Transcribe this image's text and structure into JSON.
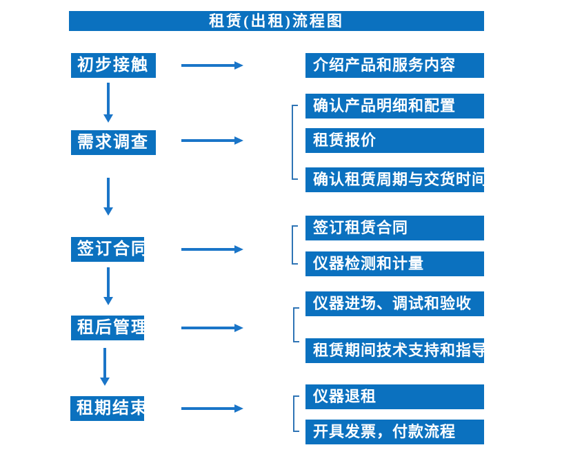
{
  "title": "租赁(出租)流程图",
  "colors": {
    "box_fill": "#0b71bf",
    "arrow": "#1a75c8",
    "bracket": "#2e74b5",
    "text": "#ffffff",
    "background": "#ffffff"
  },
  "flow": {
    "stages": [
      {
        "label": "初步接触",
        "details": [
          "介绍产品和服务内容"
        ]
      },
      {
        "label": "需求调查",
        "details": [
          "确认产品明细和配置",
          "租赁报价",
          "确认租赁周期与交货时间"
        ]
      },
      {
        "label": "签订合同",
        "details": [
          "签订租赁合同",
          "仪器检测和计量"
        ]
      },
      {
        "label": "租后管理",
        "details": [
          "仪器进场、调试和验收",
          "租赁期间技术支持和指导"
        ]
      },
      {
        "label": "租期结束",
        "details": [
          "仪器退租",
          "开具发票，付款流程"
        ]
      }
    ]
  }
}
